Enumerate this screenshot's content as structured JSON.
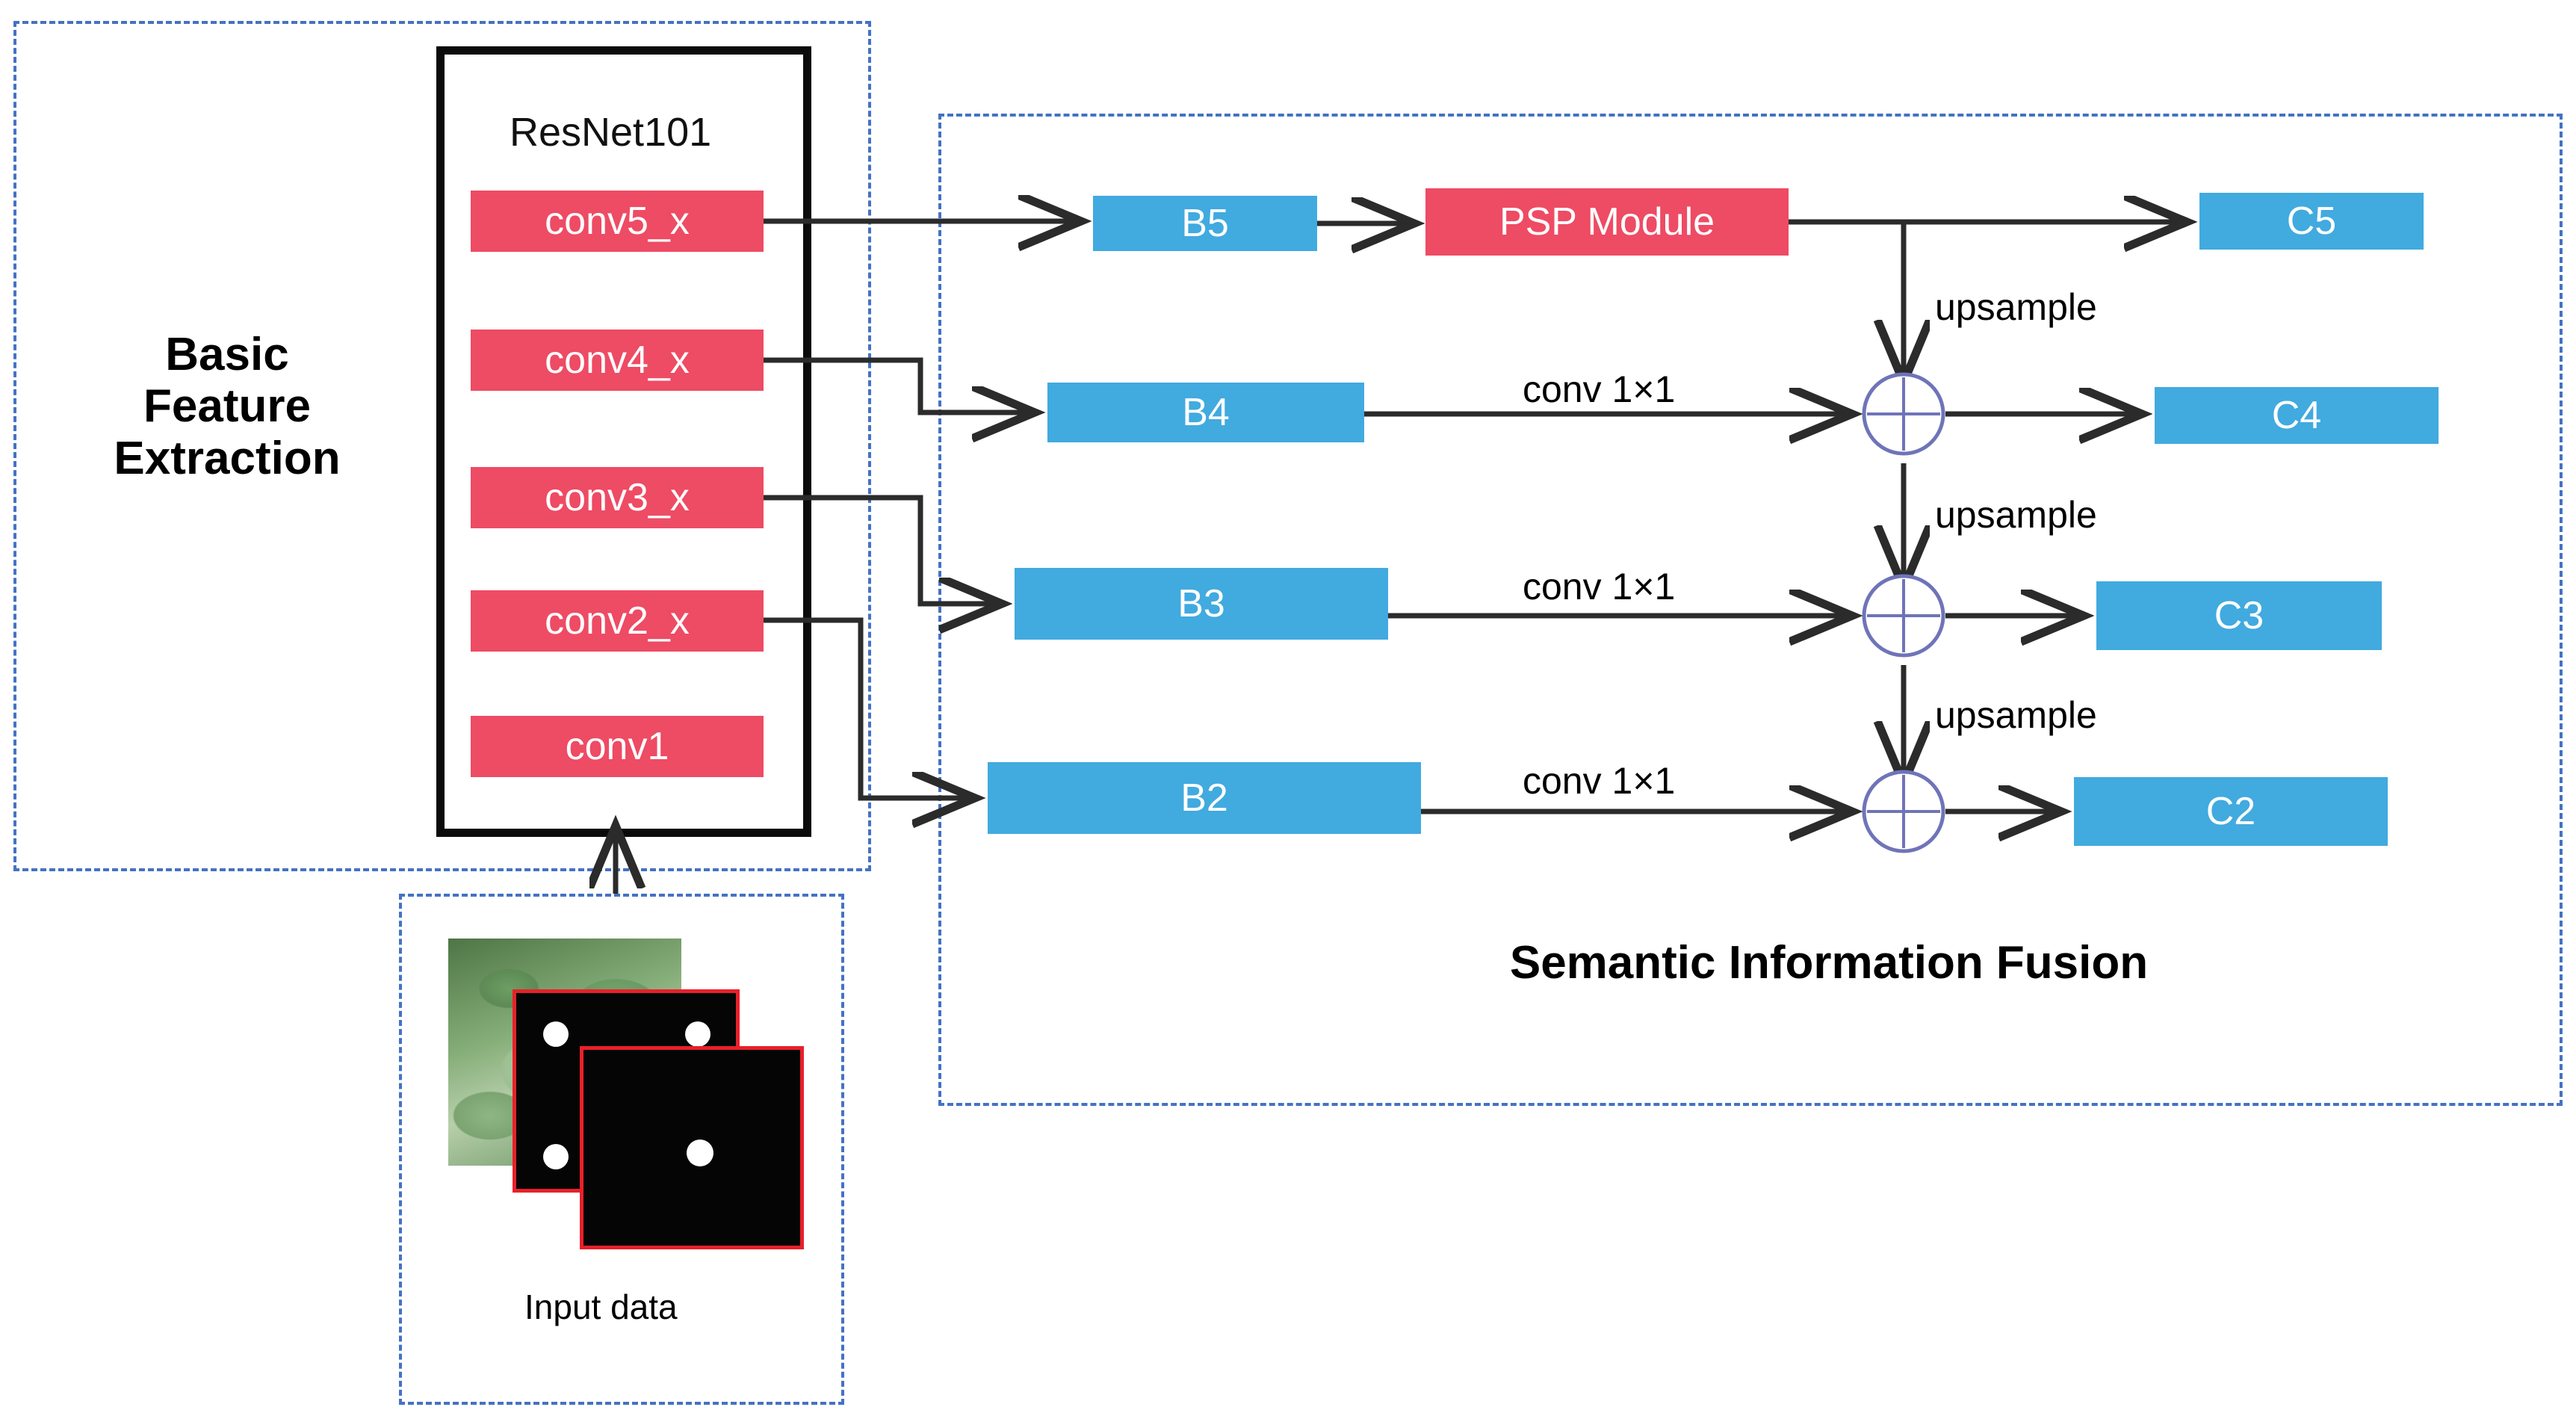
{
  "figure": {
    "type": "network-architecture-diagram",
    "regions": [
      {
        "id": "basic-feature-extraction",
        "title": "Basic\nFeature\nExtraction",
        "style": "dashed-blue"
      },
      {
        "id": "semantic-information-fusion",
        "title": "Semantic Information Fusion",
        "style": "dashed-blue"
      },
      {
        "id": "input-data",
        "title": "Input data",
        "style": "dashed-blue"
      }
    ]
  },
  "backbone": {
    "title": "ResNet101",
    "layers": [
      {
        "id": "conv5_x",
        "label": "conv5_x",
        "color": "#EE4B64"
      },
      {
        "id": "conv4_x",
        "label": "conv4_x",
        "color": "#EE4B64"
      },
      {
        "id": "conv3_x",
        "label": "conv3_x",
        "color": "#EE4B64"
      },
      {
        "id": "conv2_x",
        "label": "conv2_x",
        "color": "#EE4B64"
      },
      {
        "id": "conv1",
        "label": "conv1",
        "color": "#EE4B64"
      }
    ]
  },
  "fusion": {
    "title": "Semantic Information Fusion",
    "lateral_nodes": [
      {
        "id": "B5",
        "label": "B5",
        "color": "#41AADF"
      },
      {
        "id": "B4",
        "label": "B4",
        "color": "#41AADF"
      },
      {
        "id": "B3",
        "label": "B3",
        "color": "#41AADF"
      },
      {
        "id": "B2",
        "label": "B2",
        "color": "#41AADF"
      }
    ],
    "psp": {
      "id": "psp-module",
      "label": "PSP Module",
      "color": "#EE4B64"
    },
    "output_nodes": [
      {
        "id": "C5",
        "label": "C5",
        "color": "#41AADF"
      },
      {
        "id": "C4",
        "label": "C4",
        "color": "#41AADF"
      },
      {
        "id": "C3",
        "label": "C3",
        "color": "#41AADF"
      },
      {
        "id": "C2",
        "label": "C2",
        "color": "#41AADF"
      }
    ],
    "edge_labels": {
      "conv1x1": "conv 1×1",
      "upsample": "upsample"
    },
    "conv_labels": [
      "conv 1×1",
      "conv 1×1",
      "conv 1×1"
    ],
    "upsample_labels": [
      "upsample",
      "upsample",
      "upsample"
    ],
    "sum_operator": "⊕"
  },
  "input_data": {
    "label": "Input data",
    "samples": [
      {
        "id": "rgb-leaf-image",
        "kind": "photo",
        "description": "green leaf photo"
      },
      {
        "id": "mask-image-1",
        "kind": "mask",
        "border": "#E8202A",
        "dots": 3
      },
      {
        "id": "mask-image-2",
        "kind": "mask",
        "border": "#E8202A",
        "dots": 1
      }
    ]
  },
  "colors": {
    "red": "#EE4B64",
    "blue": "#41AADF",
    "dashed_border": "#4472C4",
    "wire": "#2b2b2b",
    "sum_circle": "#6f74b8",
    "mask_border": "#E8202A"
  }
}
